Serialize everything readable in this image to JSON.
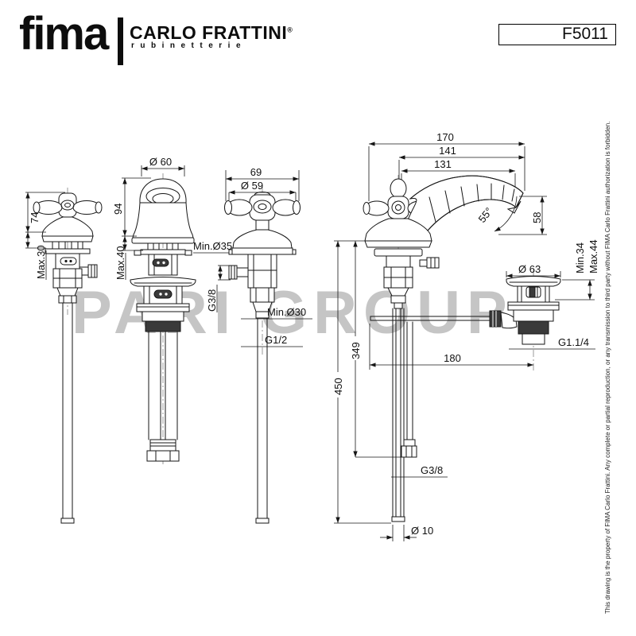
{
  "header": {
    "brand_main": "fima",
    "brand_secondary": "CARLO FRATTINI",
    "brand_registered": "®",
    "brand_tagline": "rubinetterie",
    "product_code": "F5011"
  },
  "watermark": "PARI GROUP",
  "side_note": "This drawing is the property of FIMA Carlo Frattini. Any complete or partial reproduction, or any transmission to third party without FIMA Carlo Frattini authorization is forbidden.",
  "dims": {
    "fig1_height": "74",
    "fig1_deck": "Max.30",
    "fig2_diameter": "Ø 60",
    "fig2_height": "94",
    "fig2_deck": "Max.40",
    "fig2_min_hole": "Min.Ø35",
    "fig3_width": "69",
    "fig3_handle_diameter": "Ø 59",
    "fig3_inlet_thread": "G3/8",
    "fig3_min_hole": "Min.Ø30",
    "fig3_thread": "G1/2",
    "fig4_reach_total": "170",
    "fig4_reach_mid": "141",
    "fig4_reach_spout": "131",
    "fig4_spout_angle": "55°",
    "fig4_spout_height": "58",
    "fig4_drain_min": "Min.34",
    "fig4_drain_max": "Max.44",
    "fig4_drain_diameter": "Ø 63",
    "fig4_len_349": "349",
    "fig4_len_450": "450",
    "fig4_rod_length": "180",
    "fig4_drain_thread": "G1.1/4",
    "fig4_supply_thread": "G3/8",
    "fig4_pipe_diameter": "Ø 10"
  }
}
